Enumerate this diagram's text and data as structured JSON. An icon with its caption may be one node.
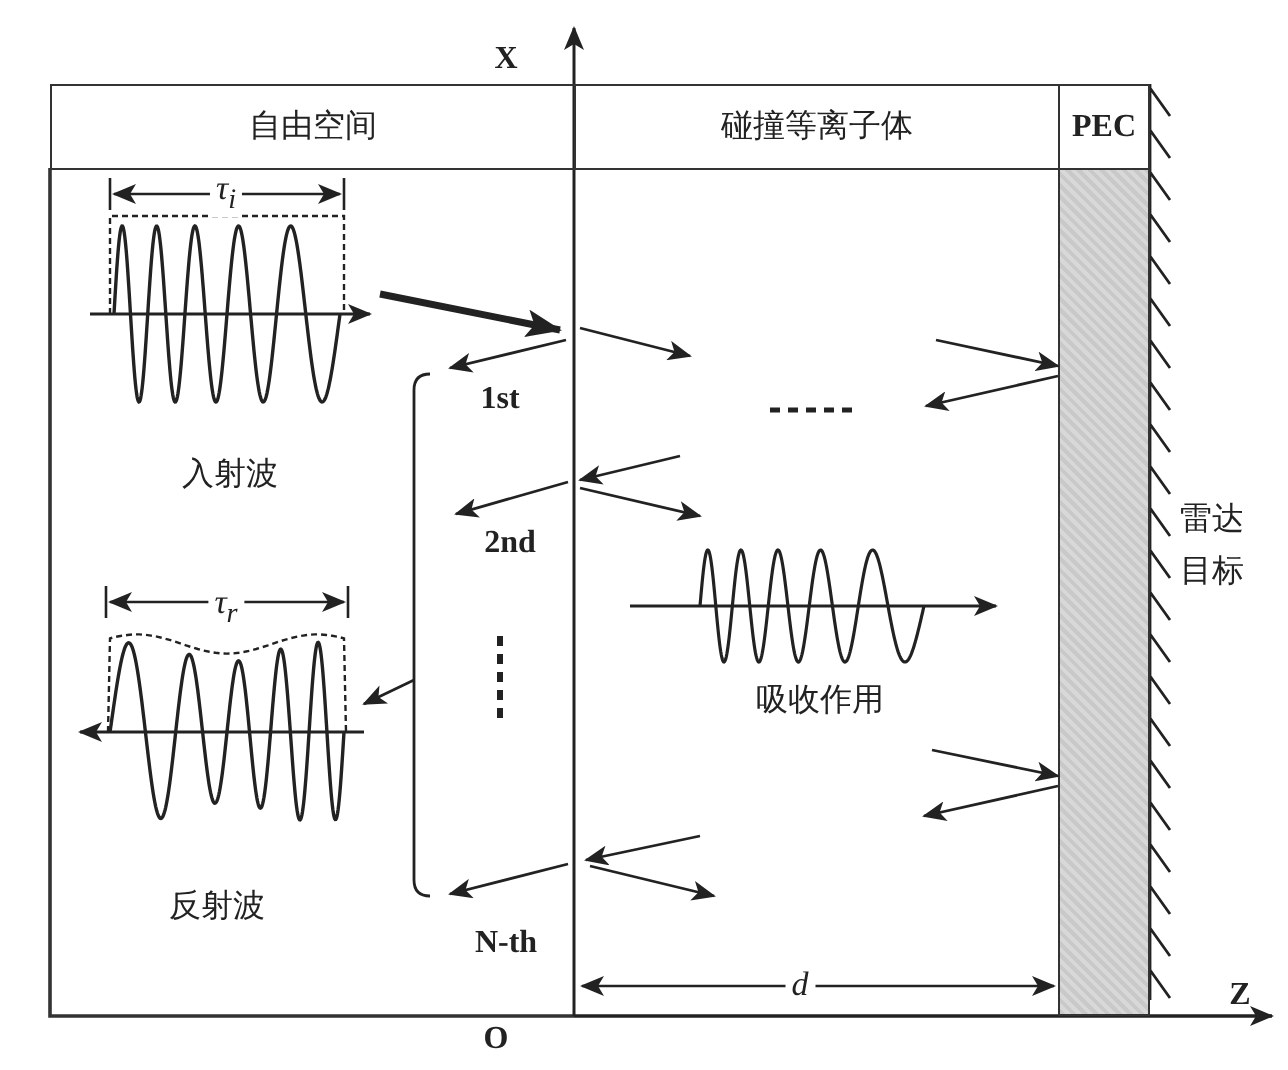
{
  "diagram": {
    "nodes": [
      {
        "text": [
          "自由空间"
        ]
      },
      {
        "text": [
          "碰撞等离子体"
        ]
      },
      {
        "text": [
          "PEC"
        ]
      },
      {
        "text": [],
        "shape": "bar"
      },
      {
        "text": [],
        "shape": "wave",
        "beside": [
          "入射波"
        ]
      },
      {
        "text": [],
        "shape": "wave",
        "beside": [
          "反射波"
        ]
      }
    ],
    "edges": [
      {
        "from": 4,
        "to": null,
        "arrow": "to",
        "style": "thick"
      },
      {
        "from": null,
        "to": 5,
        "arrow": "to"
      },
      {
        "from": null,
        "to": 3,
        "arrow": "to"
      },
      {
        "from": 3,
        "to": null,
        "arrow": "to"
      },
      {
        "from": null,
        "to": 3,
        "arrow": "to"
      },
      {
        "from": 3,
        "to": null,
        "arrow": "to"
      }
    ],
    "labels": [
      "X",
      "τ$_{i}$",
      "1st",
      "2nd",
      "τ$_{r}$",
      "吸收作用",
      "雷达目标",
      "N-th",
      "d",
      "O",
      "Z"
    ]
  }
}
